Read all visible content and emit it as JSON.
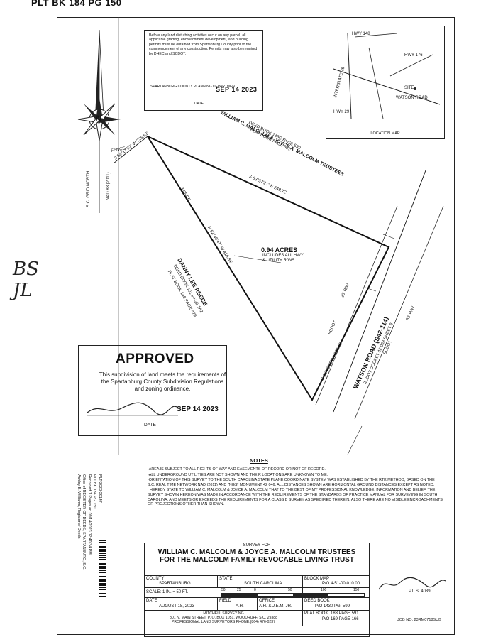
{
  "header_ref": "PLT BK 184 PG 150",
  "notice": {
    "text": "Before any land disturbing activities occur on any parcel, all applicable grading, encroachment development, and building permits must be obtained from Spartanburg County prior to the commencement of any construction. Permits may also be required by DHEC and SCDOT.",
    "dept": "SPARTANBURG COUNTY PLANNING DEPARTMENT",
    "stamp_date": "SEP 14 2023",
    "date_label": "DATE"
  },
  "location_map": {
    "caption": "LOCATION MAP",
    "roads": [
      "HWY 148",
      "HWY 176",
      "INTERSTATE 26",
      "WATSON ROAD",
      "HWY 29"
    ],
    "site": "SITE"
  },
  "north": {
    "letter": "N",
    "label_grid": "S.C. GRID NORTH",
    "label_nad": "NAD 83 (2011)"
  },
  "owners_label": {
    "name": "WILLIAM C. MALCOLM & JOYCE A. MALCOLM TRUSTEES",
    "deed": "DEED BOOK 143C PAGE 599",
    "plat": "PLAT BOOK PAGE 591"
  },
  "bearings": {
    "top_line": "S 63°57'21\" E 248.72'",
    "left_short": "S 54°17'52\" W 226.63'",
    "diag": "N 62°46'47\" W 416.84'",
    "bottom": "S 25°09'05\" W 376.40'"
  },
  "acreage": {
    "main": "0.94 ACRES",
    "sub1": "INCLUDES ALL HWY",
    "sub2": "& UTILITY R/WS"
  },
  "neighbor": {
    "name": "DANNY LEE REECE",
    "deed": "DEED BOOK 101 PAGE 162",
    "plat": "PLAT BOOK 146 PAGE 479"
  },
  "road": {
    "name": "WATSON ROAD (S42-114)",
    "docket": "SCDOT DOCKET 42.063 SHEET 8",
    "rw": "33' R/W",
    "scdot": "SCDOT"
  },
  "fence_label": "FENCE",
  "approved": {
    "title": "APPROVED",
    "text": "This subdivision of land meets the requirements of the Spartanburg County Subdivision Regulations and zoning ordinance.",
    "stamp_date": "SEP 14 2023",
    "date_label": "DATE"
  },
  "initials": "BS\nJL",
  "notes": {
    "title": "NOTES",
    "items": [
      "-AREA IS SUBJECT TO ALL RIGHTS OF WAY AND EASEMENTS OF RECORD OR NOT OF RECORD.",
      "-ALL UNDERGROUND UTILITIES ARE NOT SHOWN AND THEIR LOCATIONS ARE UNKNOWN TO ME.",
      "-ORIENTATION OF THIS SURVEY TO THE SOUTH CAROLINA STATE PLANE COORDINATE SYSTEM WAS ESTABLISHED BY THE RTK METHOD, BASED ON THE S.C. REAL TIME NETWORK NAD (2011) AND \"NGS\" MONUMENT 42 046. ALL DISTANCES SHOWN ARE HORIZONTAL GROUND DISTANCES EXCEPT AS NOTED.",
      "I HEREBY STATE TO WILLIAM C. MALCOLM & JOYCE A. MALCOLM THAT TO THE BEST OF MY PROFESSIONAL KNOWLEDGE, INFORMATION AND BELIEF, THE SURVEY SHOWN HEREON WAS MADE IN ACCORDANCE WITH THE REQUIREMENTS OF THE STANDARDS OF PRACTICE MANUAL FOR SURVEYING IN SOUTH CAROLINA, AND MEETS OR EXCEEDS THE REQUIREMENTS FOR A CLASS B SURVEY AS SPECIFIED THEREIN; ALSO THERE ARE NO VISIBLE ENCROACHMENTS OR PROJECTIONS OTHER THAN SHOWN."
    ]
  },
  "recording": {
    "line1": "PLT-2023-36147",
    "line2": "PLT BK 184 PG 150",
    "line3": "Recorded 1 Pages on 09/14/2023 02:40:34 PM",
    "line4": "Office of REGISTER OF DEEDS, SPARTANBURG, S.C.",
    "line5": "Ashley B. Williams, Register of Deeds"
  },
  "title_block": {
    "survey_for": "SURVEY FOR",
    "title1": "WILLIAM C. MALCOLM & JOYCE A. MALCOLM TRUSTEES",
    "title2": "FOR THE MALCOLM FAMILY REVOCABLE LIVING TRUST",
    "county_label": "COUNTY",
    "county": "SPARTANBURG",
    "state_label": "STATE",
    "state": "SOUTH CAROLINA",
    "block_label": "BLOCK MAP",
    "block": "P/O 4-51-00-010.00",
    "scale": "SCALE: 1 IN. = 50 FT.",
    "scale_ticks": [
      "50",
      "25",
      "0",
      "50",
      "100",
      "150"
    ],
    "date_label": "DATE",
    "date": "AUGUST 18, 2023",
    "field_label": "FIELD",
    "field": "A.H.",
    "office_label": "OFFICE",
    "office": "A.H. & J.E.M. JR.",
    "deed_label": "DEED BOOK",
    "deed": "P/O 1430 PG. 599",
    "firm1": "MITCHELL SURVEYING",
    "firm2": "801 N. MAIN STREET, P. O. BOX 1051, WOODRUFF, S.C. 29388",
    "firm3": "PROFESSIONAL LAND SURVEYORS  PHONE:(864) 476-0237",
    "plat_label": "PLAT BOOK",
    "plat1": "183 PAGE 591",
    "plat2": "P/O 169 PAGE 166"
  },
  "pls": "P.L.S. 4039",
  "job": "JOB NO. 23RM0718SUB"
}
